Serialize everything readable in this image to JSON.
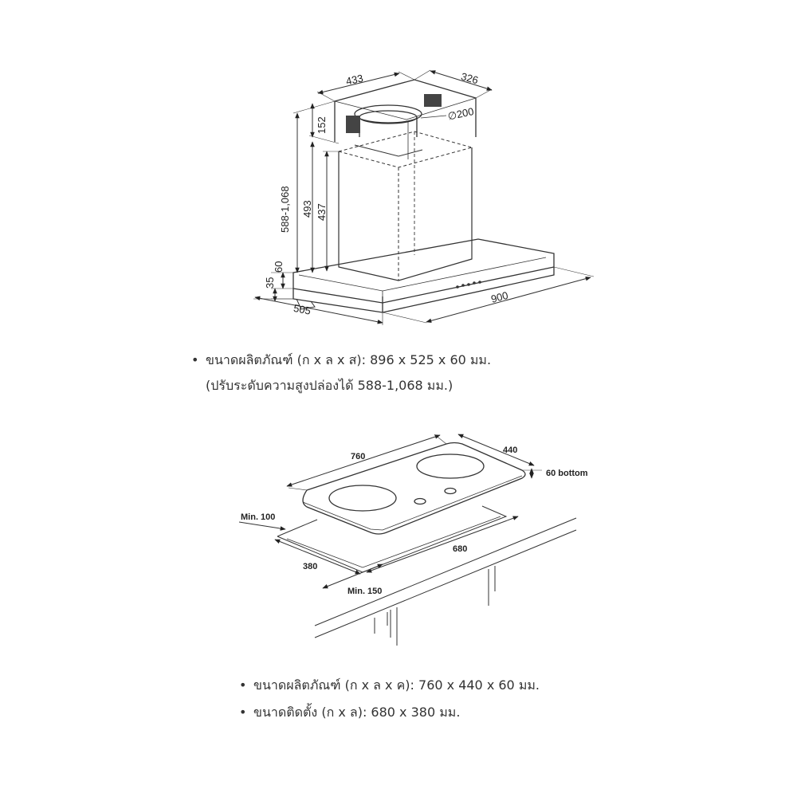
{
  "hood": {
    "dims": {
      "width_top": "433",
      "depth_top": "326",
      "duct": "∅200",
      "h152": "152",
      "h588": "588-1,068",
      "h493": "493",
      "h437": "437",
      "h60": "60",
      "h35": "35",
      "depth": "505",
      "width": "900"
    },
    "spec_line1": "ขนาดผลิตภัณฑ์ (ก x ล x ส): 896 x 525 x 60 มม.",
    "spec_line2": "(ปรับระดับความสูงปล่องได้ 588-1,068 มม.)"
  },
  "hob": {
    "dims": {
      "w760": "760",
      "d440": "440",
      "bottom": "60 bottom",
      "min100": "Min. 100",
      "c680": "680",
      "c380": "380",
      "min150": "Min. 150"
    },
    "spec_line1": "ขนาดผลิตภัณฑ์ (ก x ล x ค): 760 x 440 x 60 มม.",
    "spec_line2": "ขนาดติดตั้ง (ก x ล): 680 x 380 มม."
  },
  "bullet": "•"
}
